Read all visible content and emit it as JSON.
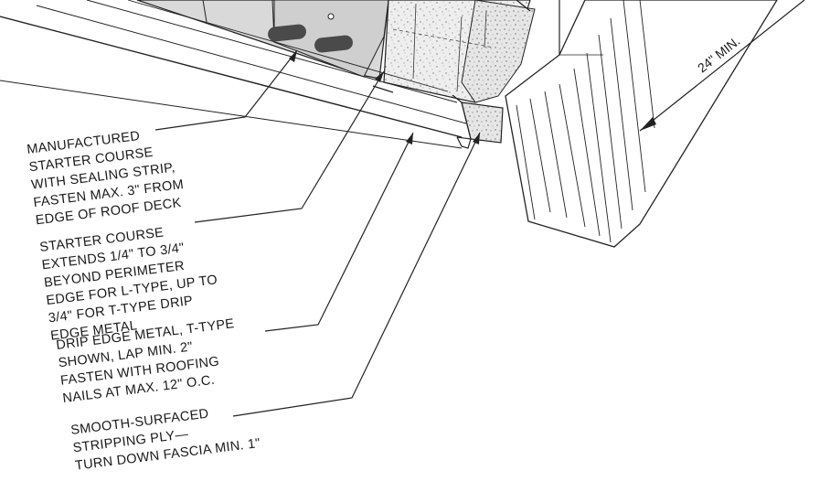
{
  "callouts": [
    {
      "id": "manufactured-starter",
      "lines": [
        "MANUFACTURED",
        "STARTER COURSE",
        "WITH SEALING STRIP,",
        "FASTEN MAX. 3\" FROM",
        "EDGE OF ROOF DECK"
      ]
    },
    {
      "id": "starter-course",
      "lines": [
        "STARTER COURSE",
        "EXTENDS 1/4\" TO 3/4\"",
        "BEYOND PERIMETER",
        "EDGE FOR L-TYPE, UP TO",
        "3/4\" FOR T-TYPE DRIP",
        "EDGE METAL"
      ]
    },
    {
      "id": "drip-edge",
      "lines": [
        "DRIP EDGE METAL, T-TYPE",
        "SHOWN, LAP MIN. 2\"",
        "FASTEN WITH ROOFING",
        "NAILS AT MAX. 12\" O.C."
      ]
    },
    {
      "id": "stripping-ply",
      "lines": [
        "SMOOTH-SURFACED",
        "STRIPPING PLY—",
        "TURN DOWN FASCIA MIN. 1\""
      ]
    }
  ],
  "dimension": {
    "label": "24\" MIN."
  }
}
